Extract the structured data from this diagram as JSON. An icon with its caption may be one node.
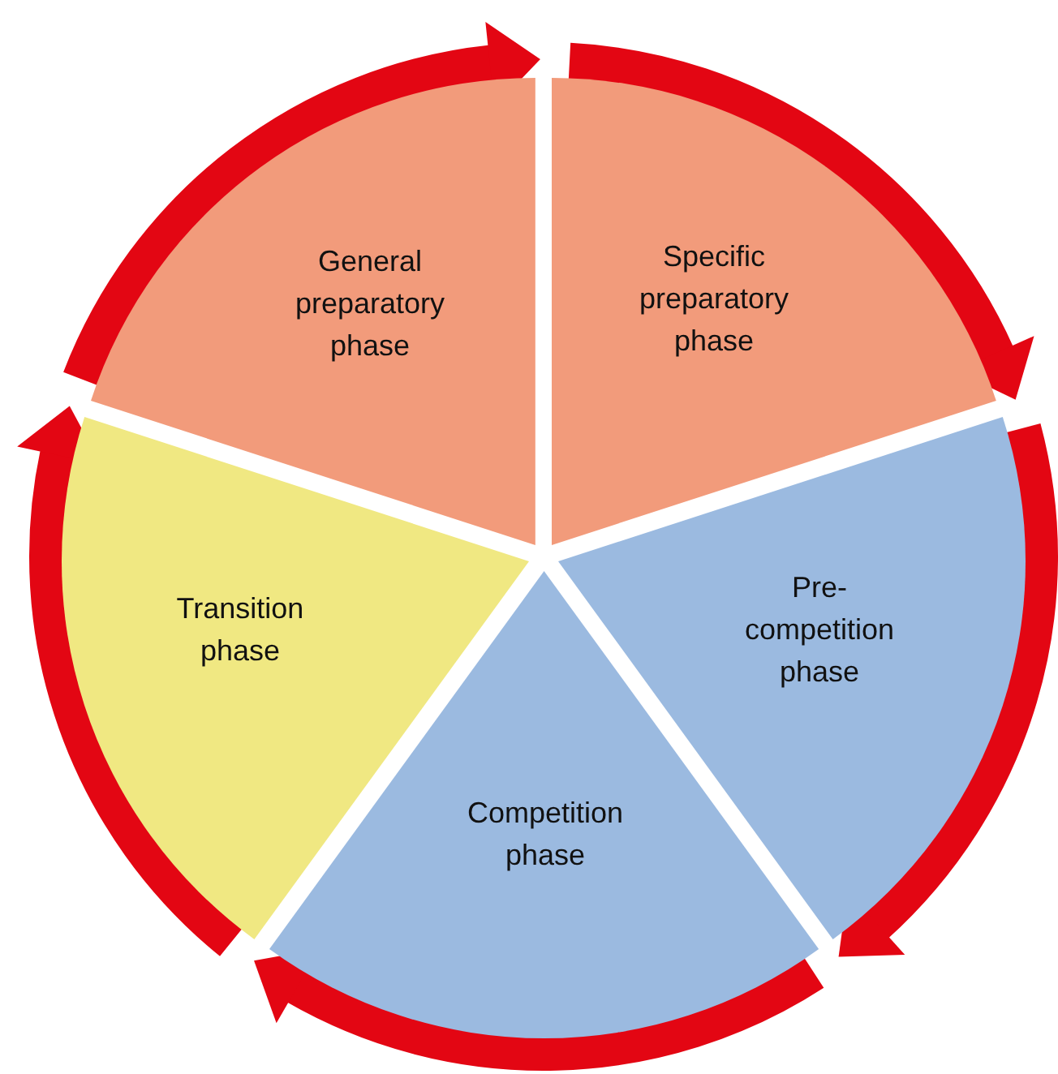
{
  "diagram": {
    "nodes": [
      {
        "text": [
          "General preparatory phase"
        ]
      },
      {
        "text": [
          "Specific preparatory phase"
        ]
      },
      {
        "text": [
          "Transition phase"
        ]
      },
      {
        "text": [
          "Pre-competition phase"
        ]
      },
      {
        "text": [
          "Competition phase"
        ]
      }
    ],
    "edges": [
      {
        "from": 0,
        "to": 1,
        "arrow": "to"
      },
      {
        "from": 1,
        "to": 3,
        "arrow": "to"
      },
      {
        "from": 3,
        "to": 4,
        "arrow": "to"
      },
      {
        "from": 4,
        "to": 2,
        "arrow": "to"
      },
      {
        "from": 2,
        "to": 0,
        "arrow": "to"
      }
    ]
  }
}
